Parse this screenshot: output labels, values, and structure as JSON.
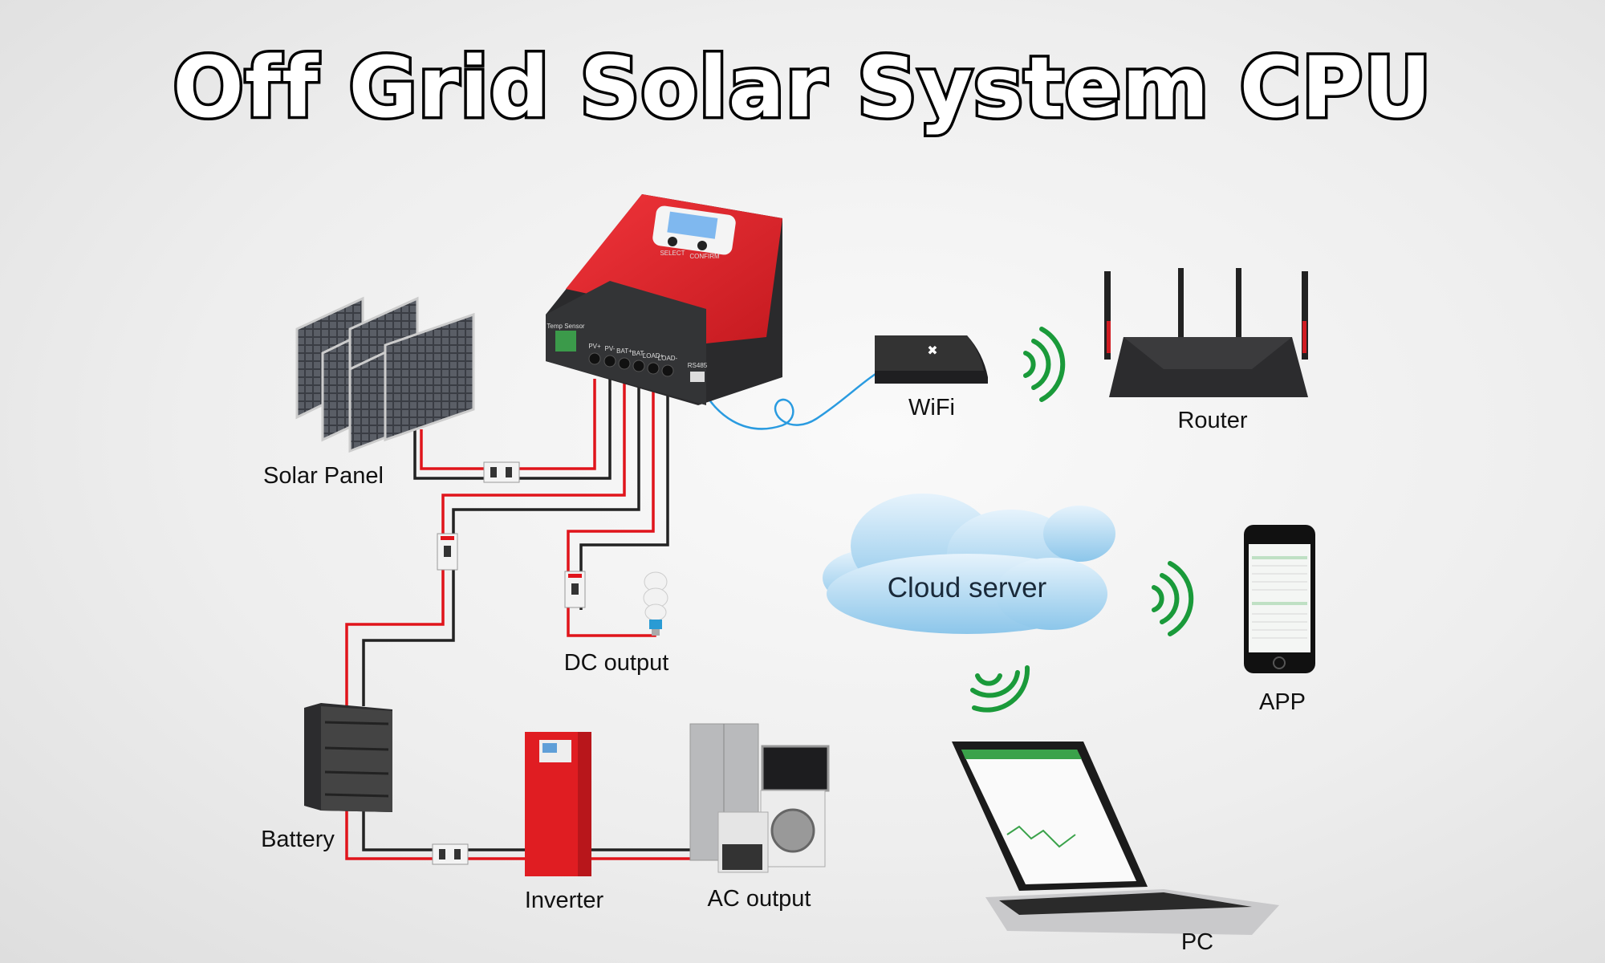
{
  "title": "Off Grid Solar System CPU",
  "labels": {
    "solar_panel": "Solar Panel",
    "wifi": "WiFi",
    "router": "Router",
    "cloud_server": "Cloud server",
    "app": "APP",
    "pc": "PC",
    "battery": "Battery",
    "inverter": "Inverter",
    "ac_output": "AC output",
    "dc_output": "DC output"
  },
  "controller": {
    "buttons": [
      "SELECT",
      "CONFIRM"
    ],
    "terminals": [
      "PV+",
      "PV-",
      "BAT+",
      "BAT-",
      "LOAD+",
      "LOAD-"
    ],
    "port": "RS485",
    "sensor": "Temp Sensor"
  },
  "colors": {
    "positive_wire": "#e0141b",
    "negative_wire": "#222222",
    "data_cable": "#2a9be0",
    "signal": "#1a9a3a",
    "controller_red": "#e3262b"
  }
}
